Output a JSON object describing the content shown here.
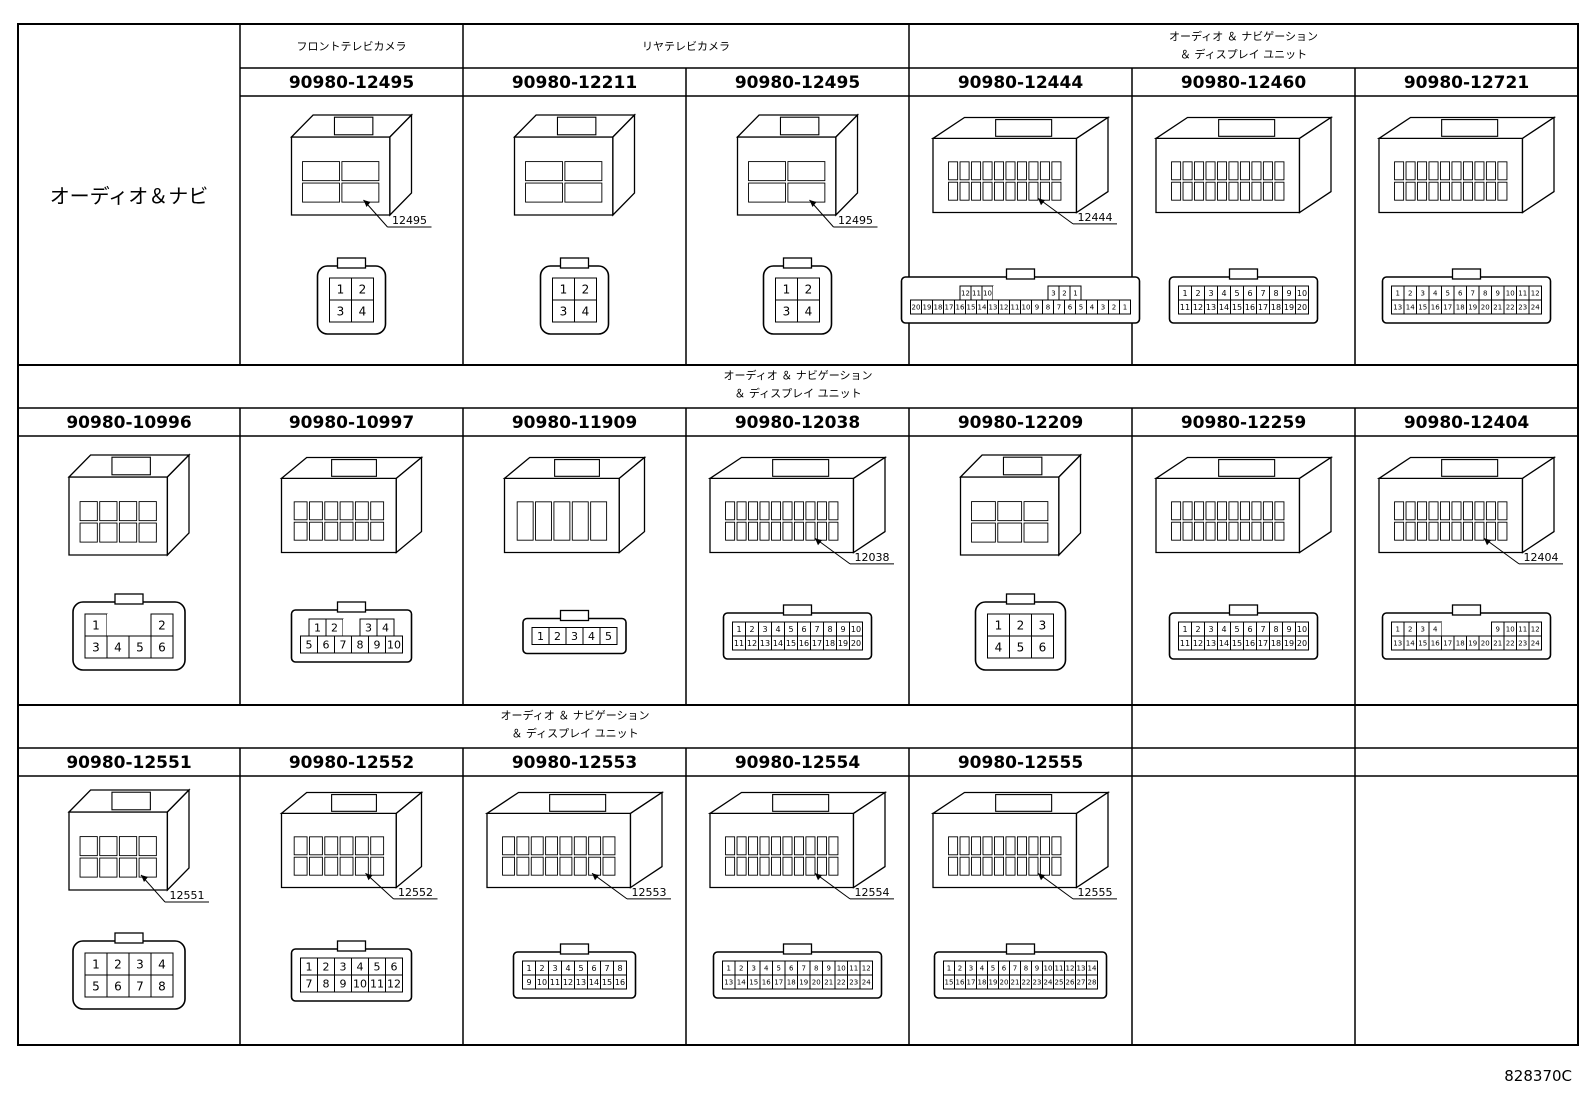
{
  "section_title": "オーディオ＆ナビ",
  "row1": {
    "groups": [
      "フロントテレビカメラ",
      "リヤテレビカメラ",
      [
        "オーディオ ＆ ナビゲーション",
        "＆ ディスプレイ ユニット"
      ]
    ],
    "parts": [
      {
        "code": "90980-12495",
        "callout": "12495",
        "pins": [
          [
            "1",
            "2"
          ],
          [
            "3",
            "4"
          ]
        ]
      },
      {
        "code": "90980-12211",
        "callout": "",
        "pins": [
          [
            "1",
            "2"
          ],
          [
            "3",
            "4"
          ]
        ]
      },
      {
        "code": "90980-12495",
        "callout": "12495",
        "pins": [
          [
            "1",
            "2"
          ],
          [
            "3",
            "4"
          ]
        ]
      },
      {
        "code": "90980-12444",
        "callout": "12444",
        "pins": [
          [
            "12",
            "11",
            "10",
            "",
            "",
            "",
            "",
            "",
            "3",
            "2",
            "1"
          ],
          [
            "20",
            "19",
            "18",
            "17",
            "16",
            "15",
            "14",
            "13",
            "12",
            "11",
            "10",
            "9",
            "8",
            "7",
            "6",
            "5",
            "4",
            "3",
            "2",
            "1"
          ]
        ]
      },
      {
        "code": "90980-12460",
        "callout": "",
        "pins": [
          [
            "1",
            "2",
            "3",
            "4",
            "5",
            "6",
            "7",
            "8",
            "9",
            "10"
          ],
          [
            "11",
            "12",
            "13",
            "14",
            "15",
            "16",
            "17",
            "18",
            "19",
            "20"
          ]
        ]
      },
      {
        "code": "90980-12721",
        "callout": "",
        "pins": [
          [
            "1",
            "2",
            "3",
            "4",
            "5",
            "6",
            "7",
            "8",
            "9",
            "10",
            "11",
            "12"
          ],
          [
            "13",
            "14",
            "15",
            "16",
            "17",
            "18",
            "19",
            "20",
            "21",
            "22",
            "23",
            "24"
          ]
        ]
      }
    ]
  },
  "row2": {
    "group": [
      "オーディオ ＆ ナビゲーション",
      "＆ ディスプレイ ユニット"
    ],
    "parts": [
      {
        "code": "90980-10996",
        "callout": "",
        "pins": [
          [
            "1",
            "",
            "",
            "2"
          ],
          [
            "3",
            "4",
            "5",
            "6"
          ]
        ]
      },
      {
        "code": "90980-10997",
        "callout": "",
        "pins": [
          [
            "1",
            "2",
            "",
            "3",
            "4"
          ],
          [
            "5",
            "6",
            "7",
            "8",
            "9",
            "10"
          ]
        ]
      },
      {
        "code": "90980-11909",
        "callout": "",
        "pins": [
          [
            "1",
            "2",
            "3",
            "4",
            "5"
          ]
        ]
      },
      {
        "code": "90980-12038",
        "callout": "12038",
        "pins": [
          [
            "1",
            "2",
            "3",
            "4",
            "5",
            "6",
            "7",
            "8",
            "9",
            "10"
          ],
          [
            "11",
            "12",
            "13",
            "14",
            "15",
            "16",
            "17",
            "18",
            "19",
            "20"
          ]
        ]
      },
      {
        "code": "90980-12209",
        "callout": "",
        "pins": [
          [
            "1",
            "2",
            "3"
          ],
          [
            "4",
            "5",
            "6"
          ]
        ]
      },
      {
        "code": "90980-12259",
        "callout": "",
        "pins": [
          [
            "1",
            "2",
            "3",
            "4",
            "5",
            "6",
            "7",
            "8",
            "9",
            "10"
          ],
          [
            "11",
            "12",
            "13",
            "14",
            "15",
            "16",
            "17",
            "18",
            "19",
            "20"
          ]
        ]
      },
      {
        "code": "90980-12404",
        "callout": "12404",
        "pins": [
          [
            "1",
            "2",
            "3",
            "4",
            "",
            "",
            "",
            "",
            "9",
            "10",
            "11",
            "12"
          ],
          [
            "13",
            "14",
            "15",
            "16",
            "17",
            "18",
            "19",
            "20",
            "21",
            "22",
            "23",
            "24"
          ]
        ]
      }
    ]
  },
  "row3": {
    "group": [
      "オーディオ ＆ ナビゲーション",
      "＆ ディスプレイ ユニット"
    ],
    "parts": [
      {
        "code": "90980-12551",
        "callout": "12551",
        "pins": [
          [
            "1",
            "2",
            "3",
            "4"
          ],
          [
            "5",
            "6",
            "7",
            "8"
          ]
        ]
      },
      {
        "code": "90980-12552",
        "callout": "12552",
        "pins": [
          [
            "1",
            "2",
            "3",
            "4",
            "5",
            "6"
          ],
          [
            "7",
            "8",
            "9",
            "10",
            "11",
            "12"
          ]
        ]
      },
      {
        "code": "90980-12553",
        "callout": "12553",
        "pins": [
          [
            "1",
            "2",
            "3",
            "4",
            "5",
            "6",
            "7",
            "8"
          ],
          [
            "9",
            "10",
            "11",
            "12",
            "13",
            "14",
            "15",
            "16"
          ]
        ]
      },
      {
        "code": "90980-12554",
        "callout": "12554",
        "pins": [
          [
            "1",
            "2",
            "3",
            "4",
            "5",
            "6",
            "7",
            "8",
            "9",
            "10",
            "11",
            "12"
          ],
          [
            "13",
            "14",
            "15",
            "16",
            "17",
            "18",
            "19",
            "20",
            "21",
            "22",
            "23",
            "24"
          ]
        ]
      },
      {
        "code": "90980-12555",
        "callout": "12555",
        "pins": [
          [
            "1",
            "2",
            "3",
            "4",
            "5",
            "6",
            "7",
            "8",
            "9",
            "10",
            "11",
            "12",
            "13",
            "14"
          ],
          [
            "15",
            "16",
            "17",
            "18",
            "19",
            "20",
            "21",
            "22",
            "23",
            "24",
            "25",
            "26",
            "27",
            "28"
          ]
        ]
      }
    ]
  },
  "doc_ref": "828370C"
}
